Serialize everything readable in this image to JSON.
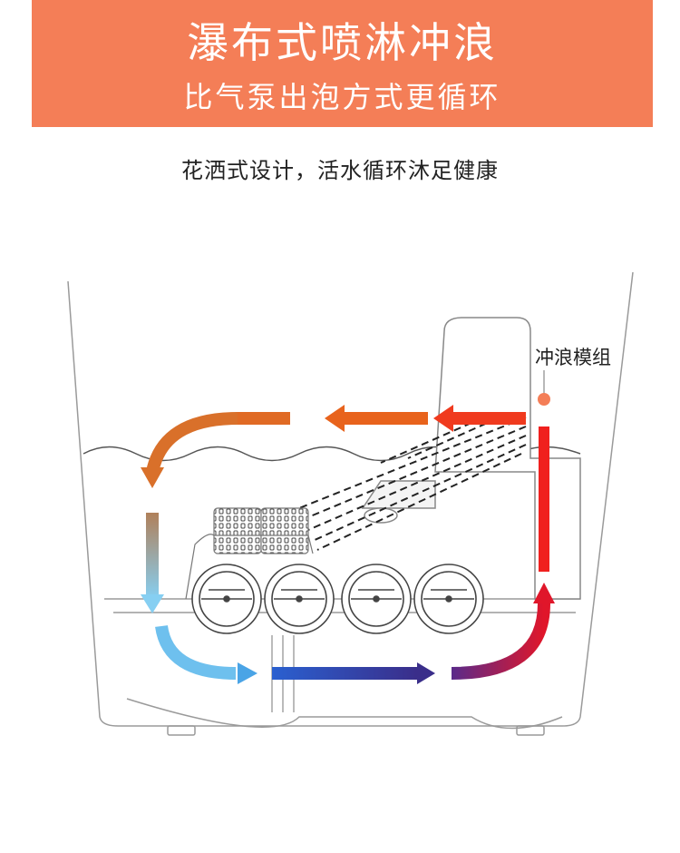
{
  "header": {
    "title": "瀑布式喷淋冲浪",
    "subtitle": "比气泵出泡方式更循环"
  },
  "tagline": "花洒式设计，活水循环沐足健康",
  "diagram": {
    "module_label": "冲浪模组",
    "accent_color": "#F47E57",
    "flow_colors": [
      "#E8631C",
      "#F03A1E",
      "#74C6EE",
      "#1E55C8",
      "#3A2E8A",
      "#E0162A"
    ]
  }
}
